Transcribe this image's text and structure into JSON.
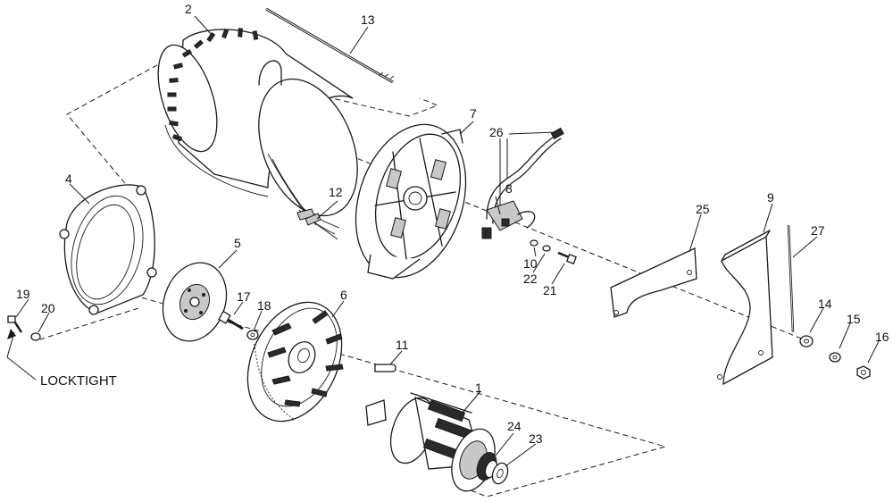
{
  "callouts": {
    "c1": "1",
    "c2": "2",
    "c4": "4",
    "c5": "5",
    "c6": "6",
    "c7": "7",
    "c8": "8",
    "c9": "9",
    "c10": "10",
    "c11": "11",
    "c12": "12",
    "c13": "13",
    "c14": "14",
    "c15": "15",
    "c16": "16",
    "c17": "17",
    "c18": "18",
    "c19": "19",
    "c20": "20",
    "c21": "21",
    "c22": "22",
    "c23": "23",
    "c24": "24",
    "c25": "25",
    "c26": "26",
    "c27": "27"
  },
  "note": "LOCKTIGHT"
}
